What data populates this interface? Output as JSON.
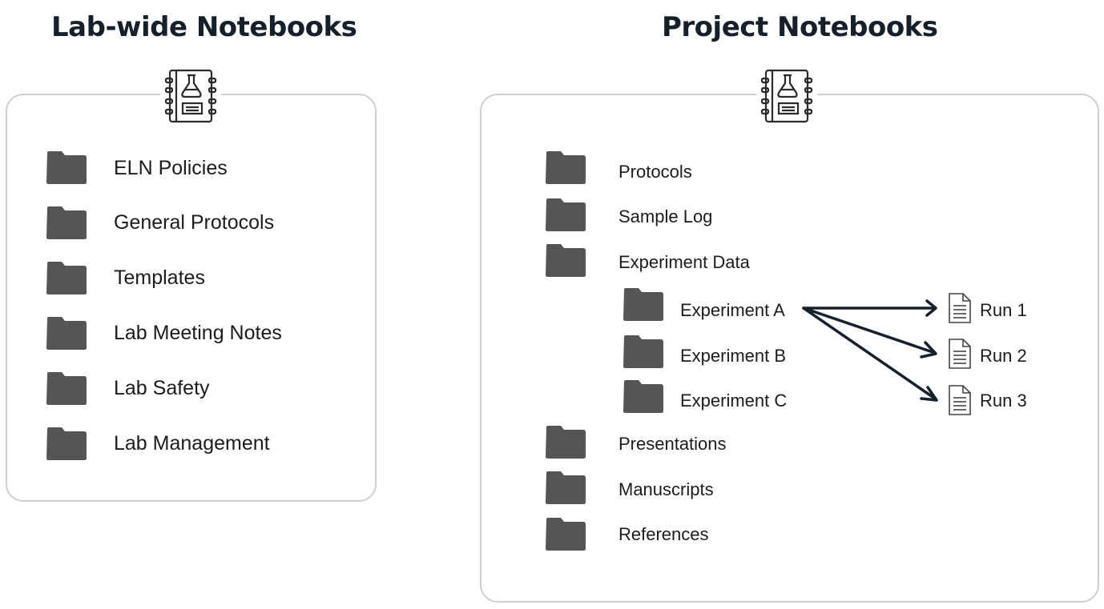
{
  "lab_wide": {
    "title": "Lab-wide Notebooks",
    "items": [
      "ELN Policies",
      "General Protocols",
      "Templates",
      "Lab Meeting Notes",
      "Lab Safety",
      "Lab Management"
    ]
  },
  "project": {
    "title": "Project Notebooks",
    "items": [
      "Protocols",
      "Sample Log",
      "Experiment Data",
      "Presentations",
      "Manuscripts",
      "References"
    ],
    "experiments": [
      "Experiment A",
      "Experiment B",
      "Experiment C"
    ],
    "runs": [
      "Run 1",
      "Run 2",
      "Run 3"
    ]
  },
  "colors": {
    "folder": "#555555",
    "border": "#cfcfcf",
    "arrow": "#16212e",
    "title": "#15202b"
  },
  "icons": {
    "notebook": "lab-notebook-icon",
    "folder": "folder-icon",
    "document": "document-icon"
  }
}
